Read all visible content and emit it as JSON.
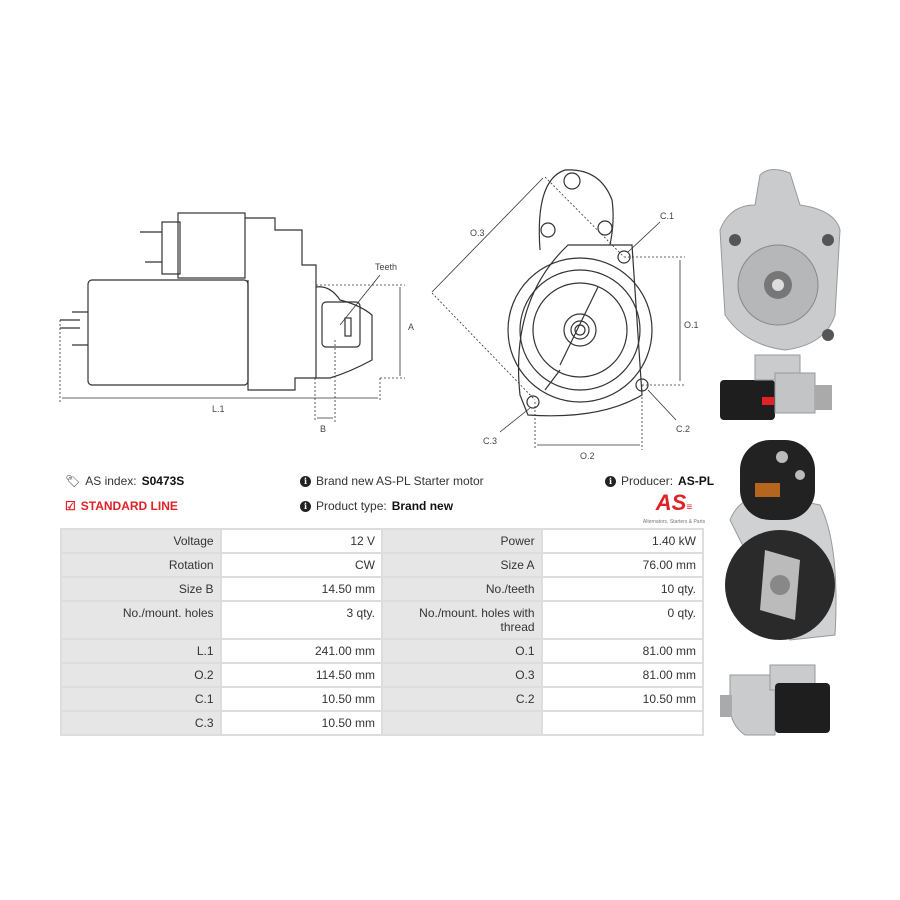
{
  "drawing": {
    "labels": {
      "teeth": "Teeth",
      "a": "A",
      "b": "B",
      "l1": "L.1",
      "o1": "O.1",
      "o2": "O.2",
      "o3": "O.3",
      "c1": "C.1",
      "c2": "C.2",
      "c3": "C.3"
    }
  },
  "info": {
    "as_index_label": "AS index:",
    "as_index_value": "S0473S",
    "line": "STANDARD LINE",
    "description": "Brand new AS-PL Starter motor",
    "product_type_label": "Product type:",
    "product_type_value": "Brand new",
    "producer_label": "Producer:",
    "producer_value": "AS-PL",
    "logo_text": "AS",
    "logo_tagline": "Alternators, Starters & Parts"
  },
  "specs": [
    [
      "Voltage",
      "12 V",
      "Power",
      "1.40 kW"
    ],
    [
      "Rotation",
      "CW",
      "Size A",
      "76.00 mm"
    ],
    [
      "Size B",
      "14.50 mm",
      "No./teeth",
      "10 qty."
    ],
    [
      "No./mount. holes",
      "3 qty.",
      "No./mount. holes with thread",
      "0 qty."
    ],
    [
      "L.1",
      "241.00 mm",
      "O.1",
      "81.00 mm"
    ],
    [
      "O.2",
      "114.50 mm",
      "O.3",
      "81.00 mm"
    ],
    [
      "C.1",
      "10.50 mm",
      "C.2",
      "10.50 mm"
    ],
    [
      "C.3",
      "10.50 mm",
      "",
      ""
    ]
  ],
  "colors": {
    "accent": "#e02127",
    "label_bg": "#e6e6e6",
    "border": "#dddddd"
  }
}
